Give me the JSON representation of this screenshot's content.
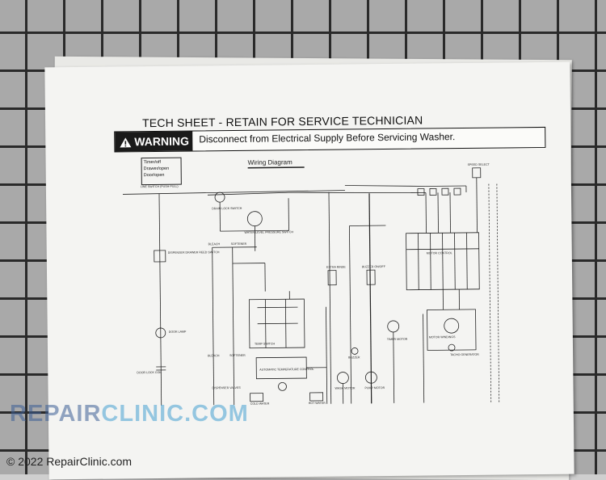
{
  "sheet": {
    "title": "TECH SHEET - RETAIN FOR SERVICE TECHNICIAN",
    "warning_label": "WARNING",
    "warning_text": "Disconnect from Electrical Supply Before Servicing Washer.",
    "diagram_title": "Wiring Diagram",
    "note_lines": [
      "Timer/off",
      "Drawer/open",
      "Door/open"
    ],
    "labels": {
      "line_switch": "LINE SWITCH (PUSH-PULL)",
      "drain_lock": "DRAIN LOCK SWITCH",
      "water_level": "WATER LEVEL PRESSURE SWITCH",
      "dispenser_drawer": "DISPENSER DRAWER REED SWITCH",
      "door_lamp": "DOOR LAMP",
      "door_lock_coil": "DOOR LOCK COIL",
      "bleach": "BLEACH",
      "softener": "SOFTENER",
      "temp_switch": "TEMP SWITCH",
      "auto_temp": "AUTOMATIC TEMPERATURE CONTROL",
      "dispenser_valves": "DISPENSER VALVES",
      "cold_water": "COLD WATER",
      "hot_water": "HOT WATER",
      "extra_rinse": "EXTRA RINSE",
      "buzzer_on_off": "BUZZER ON/OFF",
      "buzzer": "BUZZER",
      "timer_motor": "TIMER MOTOR",
      "wash_motor": "WASH MOTOR",
      "pump_motor": "PUMP MOTOR",
      "motor_control": "MOTOR CONTROL",
      "motor_windings": "MOTOR WINDINGS",
      "tacho_generator": "TACHO GENERATOR",
      "speed_select": "SPEED SELECT",
      "bleach_top": "BLEACH",
      "softener_top": "SOFTENER"
    }
  },
  "watermark": {
    "part1": "REPAIR",
    "part2": "CLINIC.COM"
  },
  "copyright": "© 2022 RepairClinic.com",
  "colors": {
    "background_grid": "#a9a9a9",
    "grid_lines": "#2a2a2a",
    "paper": "#f4f4f2",
    "warning_box": "#1a1a1a"
  }
}
